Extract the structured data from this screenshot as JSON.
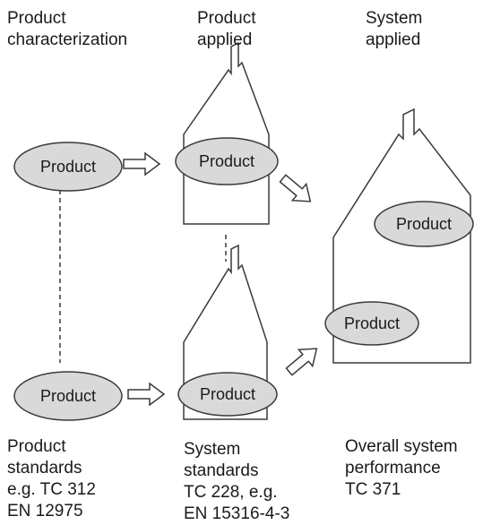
{
  "headers": {
    "col1": [
      "Product",
      "characterization"
    ],
    "col2": [
      "Product",
      "applied"
    ],
    "col3": [
      "System",
      "applied"
    ]
  },
  "product_label": "Product",
  "footers": {
    "col1": [
      "Product",
      "standards",
      "e.g. TC 312",
      "EN 12975"
    ],
    "col2": [
      "System",
      "standards",
      "TC 228, e.g.",
      "EN 15316-4-3"
    ],
    "col3": [
      "Overall system",
      "performance",
      "TC 371"
    ]
  },
  "colors": {
    "line": "#3a3a3a",
    "ellipse_fill": "#d9d9d9",
    "background": "#ffffff"
  },
  "icons": [
    "house-icon",
    "arrow-icon",
    "dashed-connector"
  ]
}
